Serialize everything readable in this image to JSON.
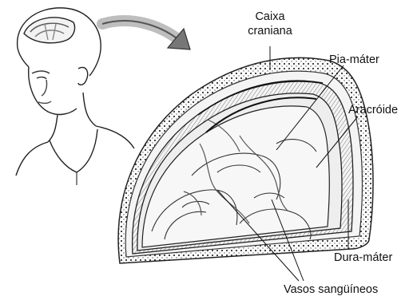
{
  "labels": {
    "caixa_line1": "Caixa",
    "caixa_line2": "craniana",
    "pia": "Pia-máter",
    "aracnoide": "Aracróide",
    "dura": "Dura-máter",
    "vasos": "Vasos sangüíneos"
  },
  "colors": {
    "ink": "#111111",
    "paper": "#ffffff",
    "shade": "#555555",
    "light": "#e9e9e9"
  }
}
